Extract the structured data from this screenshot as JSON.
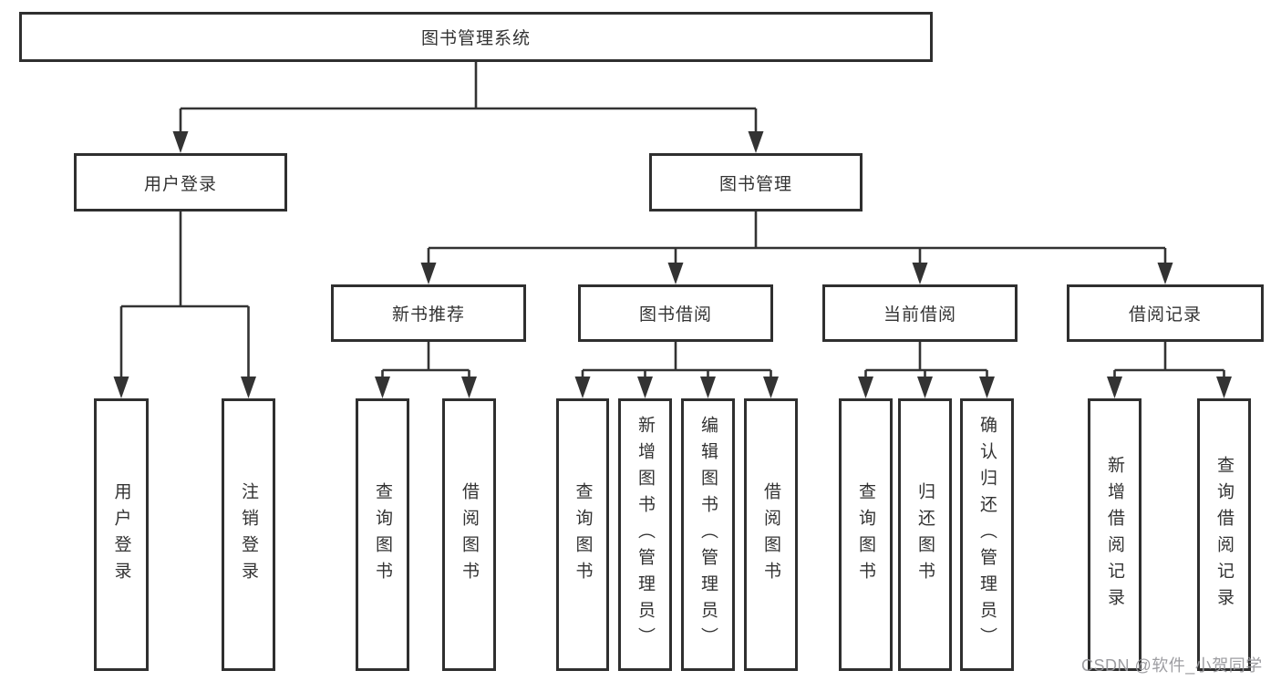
{
  "page": {
    "watermark": "CSDN @软件_小贺同学"
  },
  "colors": {
    "line": "#333333",
    "box_border": "#2f2f2f",
    "box_fill": "#ffffff",
    "text": "#333333",
    "watermark": "#98989c"
  },
  "tree": {
    "root": {
      "label": "图书管理系统"
    },
    "branches": [
      {
        "label": "用户登录",
        "children": [
          {
            "label": "用户登录"
          },
          {
            "label": "注销登录"
          }
        ]
      },
      {
        "label": "图书管理",
        "children": [
          {
            "label": "新书推荐",
            "children": [
              {
                "label": "查询图书"
              },
              {
                "label": "借阅图书"
              }
            ]
          },
          {
            "label": "图书借阅",
            "children": [
              {
                "label": "查询图书"
              },
              {
                "label": "新增图书（管理员）"
              },
              {
                "label": "编辑图书（管理员）"
              },
              {
                "label": "借阅图书"
              }
            ]
          },
          {
            "label": "当前借阅",
            "children": [
              {
                "label": "查询图书"
              },
              {
                "label": "归还图书"
              },
              {
                "label": "确认归还（管理员）"
              }
            ]
          },
          {
            "label": "借阅记录",
            "children": [
              {
                "label": "新增借阅记录"
              },
              {
                "label": "查询借阅记录"
              }
            ]
          }
        ]
      }
    ]
  }
}
